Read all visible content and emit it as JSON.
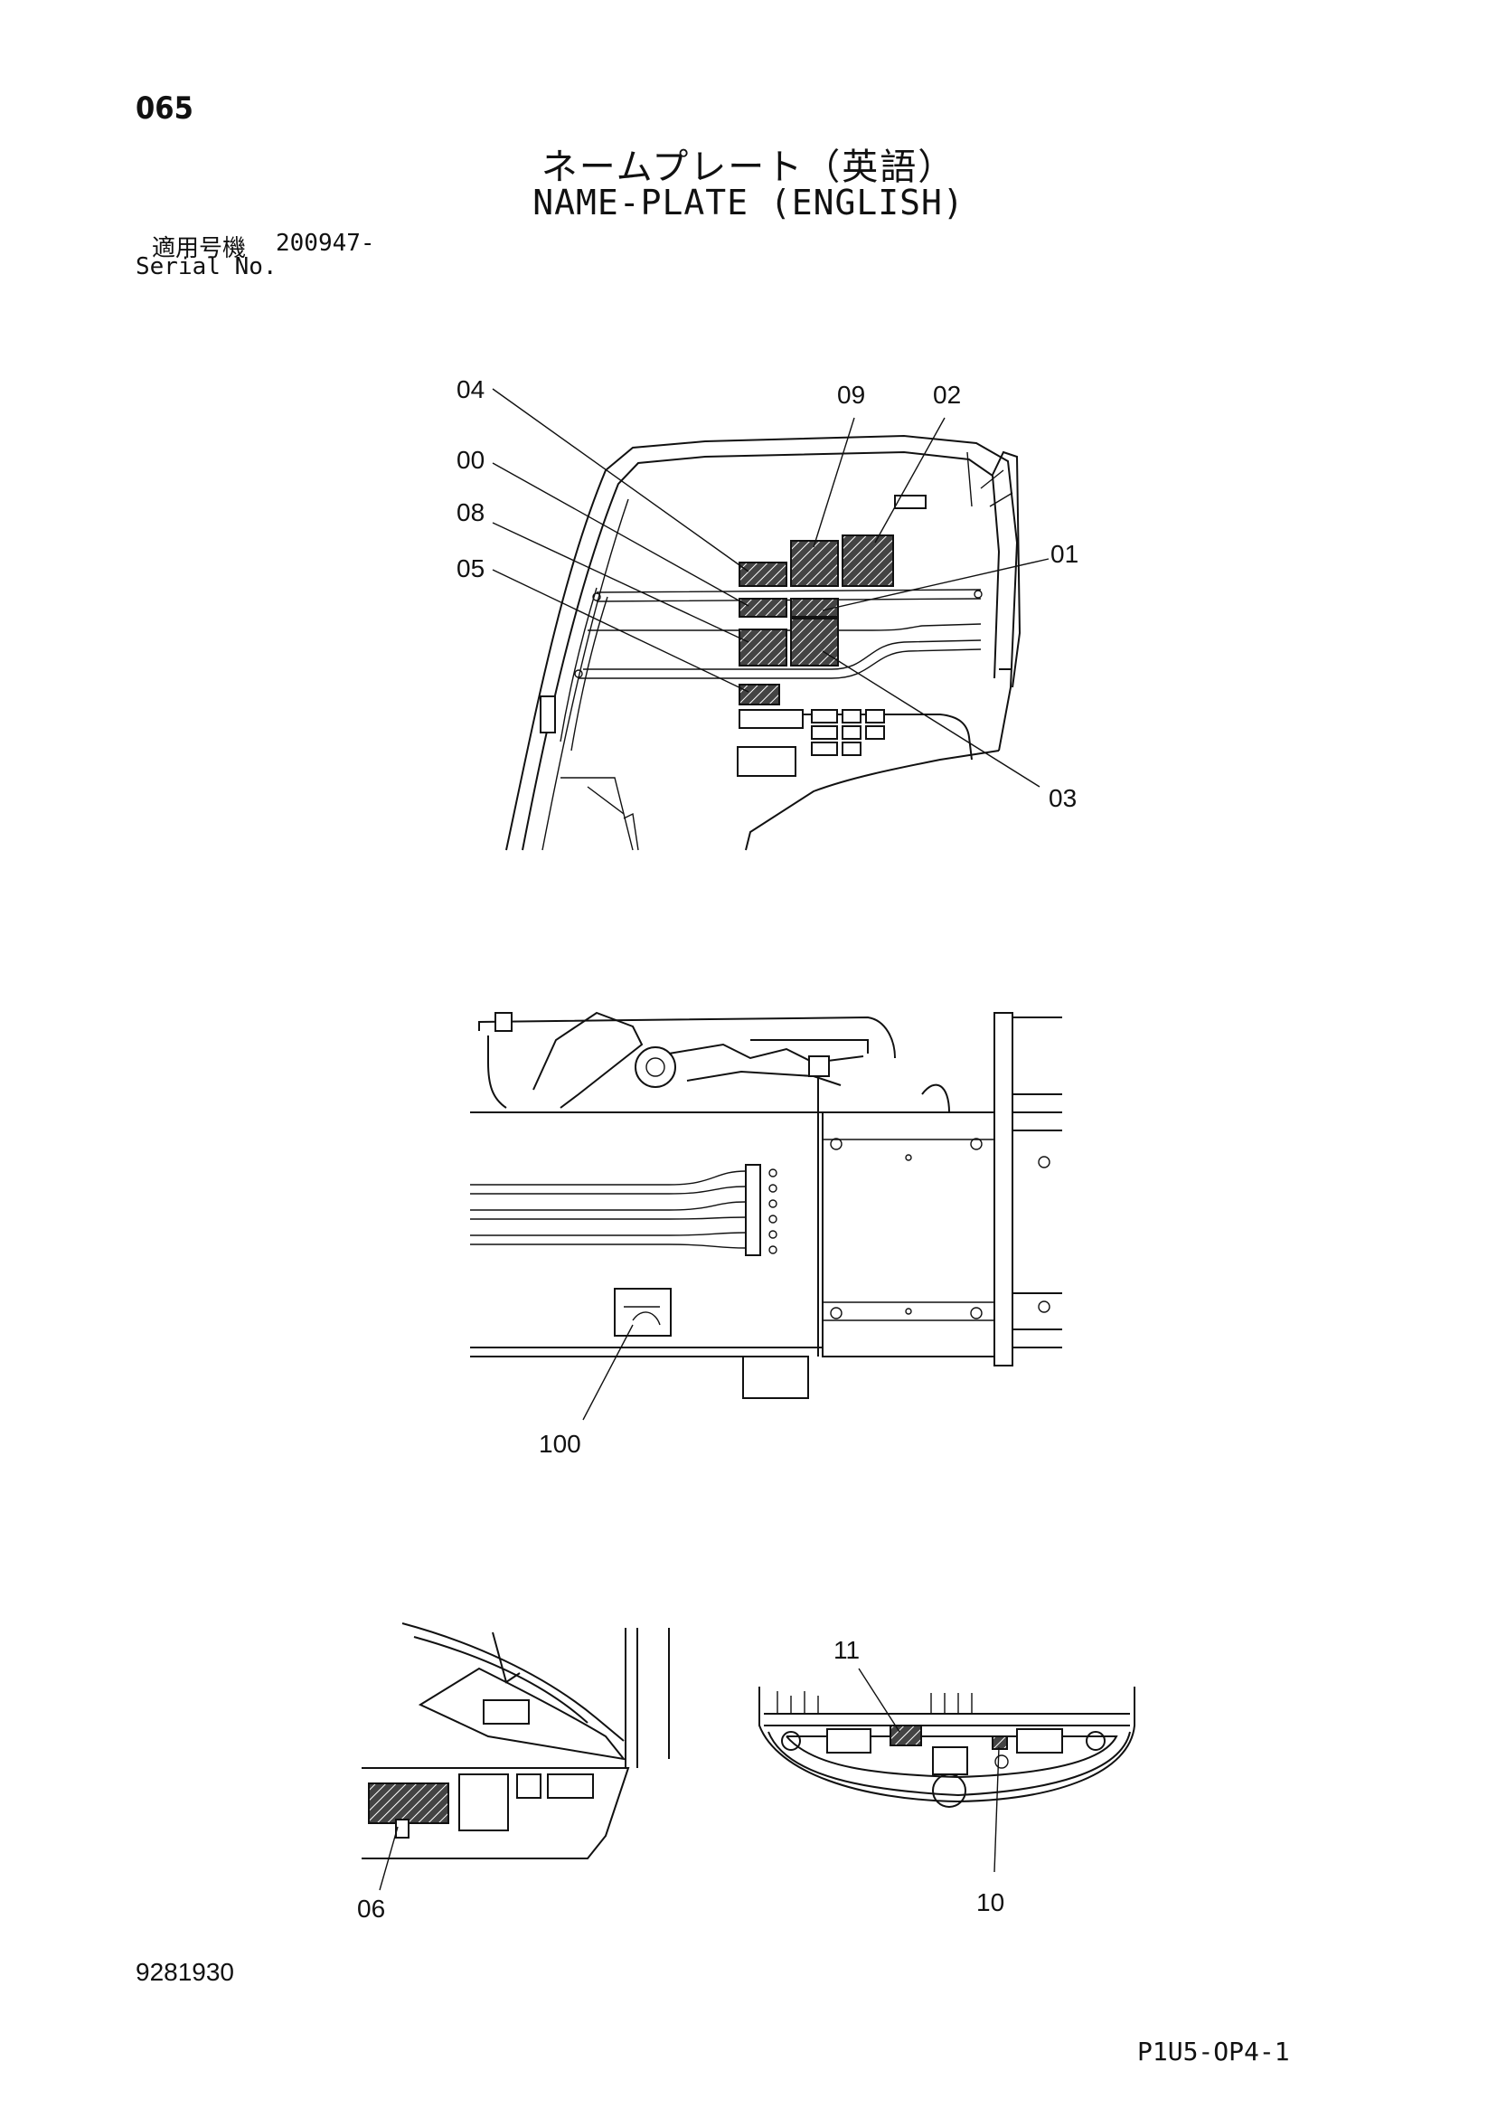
{
  "header": {
    "page_number": "065",
    "title_jp": "ネームプレート（英語）",
    "title_en": "NAME-PLATE (ENGLISH)",
    "serial_label_jp": "適用号機",
    "serial_label_en": "Serial No.",
    "serial_value": "200947-"
  },
  "callouts": {
    "cab": [
      "04",
      "00",
      "08",
      "05",
      "09",
      "02",
      "01",
      "03"
    ],
    "undercarriage": [
      "100"
    ],
    "counterweight": [
      "06",
      "11",
      "10"
    ]
  },
  "footer": {
    "document_number": "9281930",
    "page_code": "P1U5-OP4-1"
  }
}
